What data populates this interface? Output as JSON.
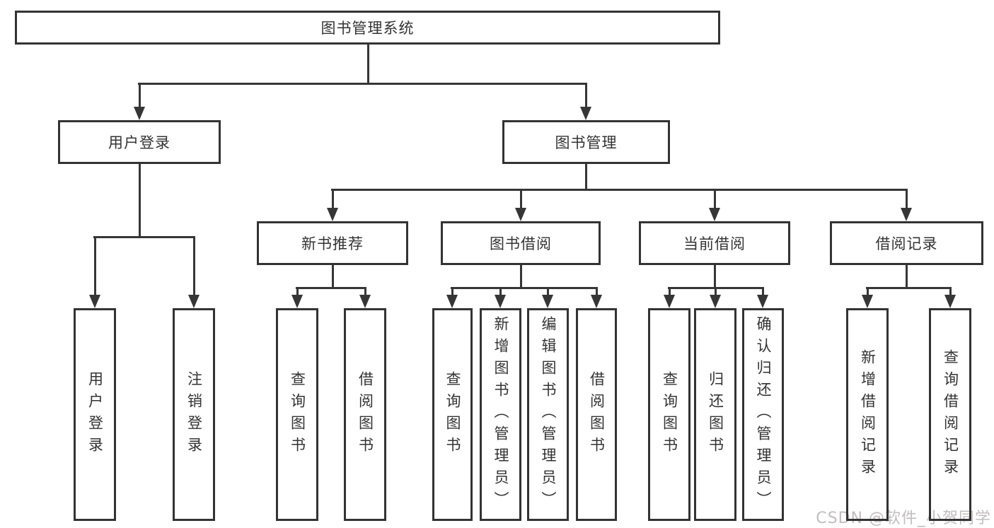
{
  "diagram_title": "图书管理系统",
  "nodes": {
    "root": "图书管理系统",
    "user_login": "用户登录",
    "book_mgmt": "图书管理",
    "new_book_rec": "新书推荐",
    "book_borrow": "图书借阅",
    "current_borrow": "当前借阅",
    "borrow_records": "借阅记录",
    "leaf_user_login": "用户登录",
    "leaf_logout": "注销登录",
    "leaf_query_books_1": "查询图书",
    "leaf_borrow_books_1": "借阅图书",
    "leaf_query_books_2": "查询图书",
    "leaf_add_books_admin": "新增图书（管理员）",
    "leaf_edit_books_admin": "编辑图书（管理员）",
    "leaf_borrow_books_2": "借阅图书",
    "leaf_query_books_3": "查询图书",
    "leaf_return_books": "归还图书",
    "leaf_confirm_return_admin": "确认归还（管理员）",
    "leaf_add_borrow_record": "新增借阅记录",
    "leaf_query_borrow_record": "查询借阅记录"
  },
  "watermark": "CSDN @软件_小贺同学",
  "colors": {
    "line": "#363636",
    "border": "#333333",
    "text": "#333333",
    "background": "#ffffff",
    "watermark": "#c1bdbd"
  }
}
